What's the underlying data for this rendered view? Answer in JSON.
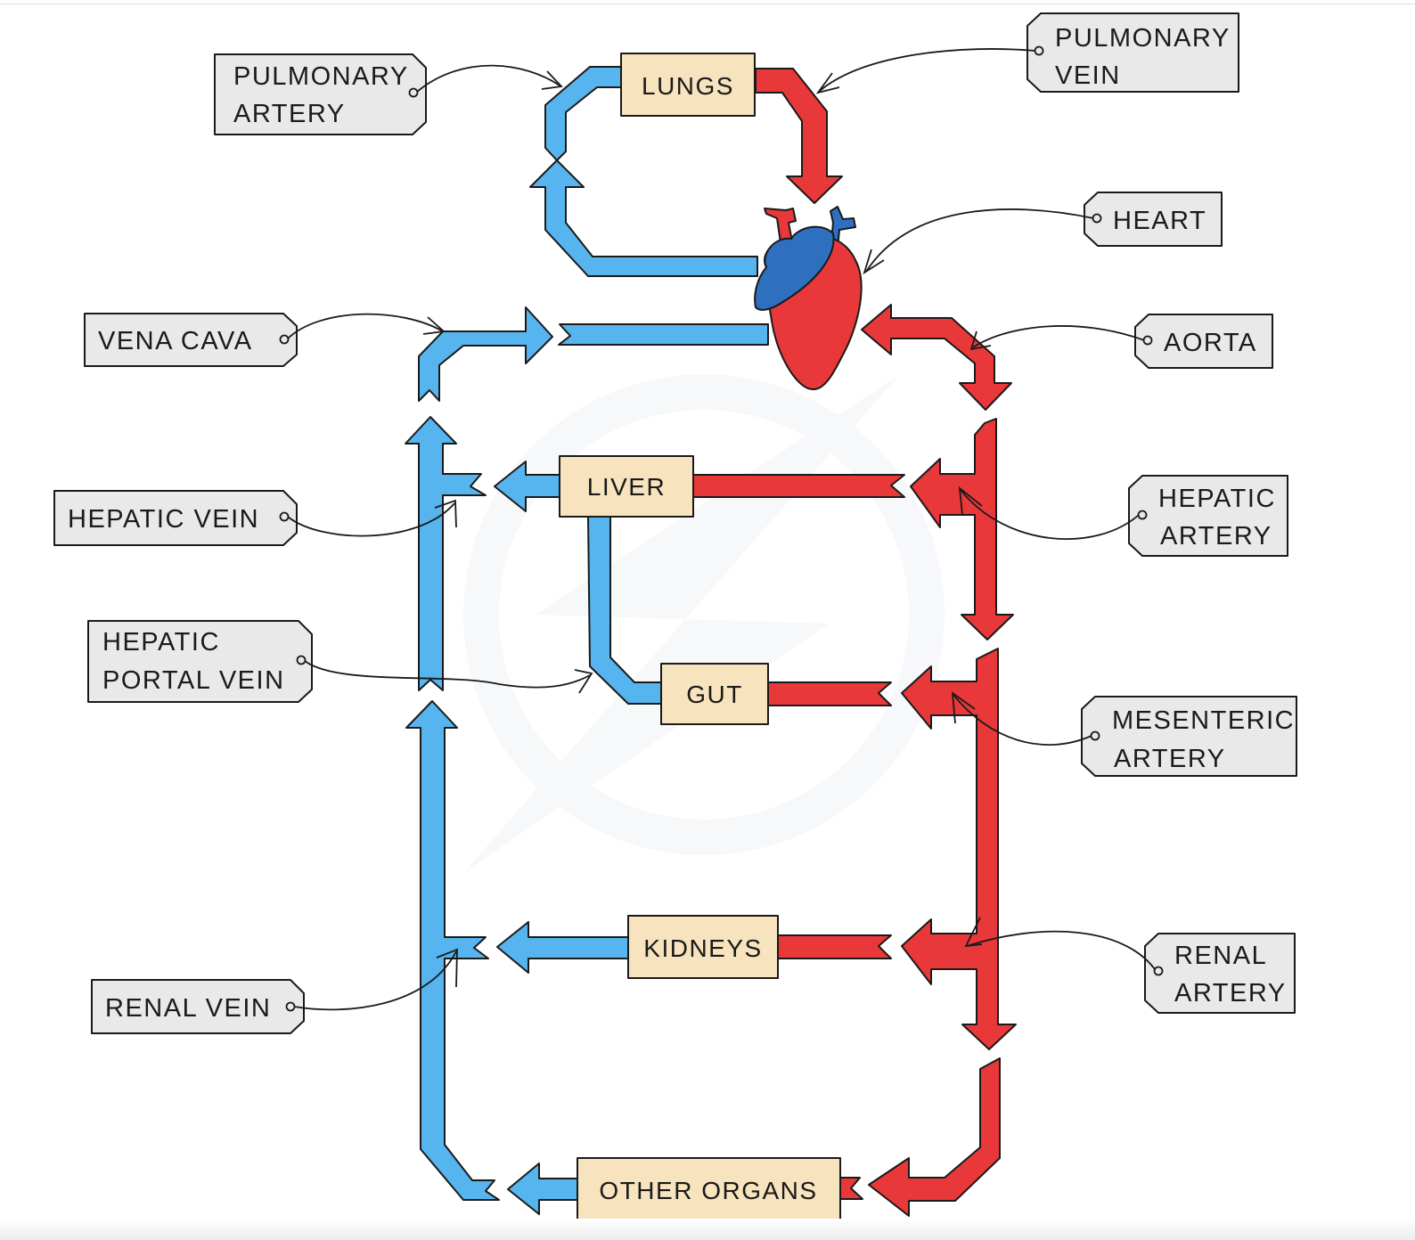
{
  "colors": {
    "deoxygenated_vessel": "#56b4ee",
    "oxygenated_vessel": "#e8383a",
    "heart_right_side": "#2f6fbf",
    "organ_box_fill": "#f7e3bd",
    "tag_fill": "#e9e9e9",
    "outline": "#1a1a1a"
  },
  "organs": {
    "lungs": "LUNGS",
    "liver": "LIVER",
    "gut": "GUT",
    "kidneys": "KIDNEYS",
    "other_organs": "OTHER  ORGANS"
  },
  "labels": {
    "pulmonary_artery": [
      "PULMONARY",
      "ARTERY"
    ],
    "pulmonary_vein": [
      "PULMONARY",
      "VEIN"
    ],
    "heart": [
      "HEART"
    ],
    "vena_cava": [
      "VENA  CAVA"
    ],
    "aorta": [
      "AORTA"
    ],
    "hepatic_vein": [
      "HEPATIC  VEIN"
    ],
    "hepatic_artery": [
      "HEPATIC",
      "ARTERY"
    ],
    "hepatic_portal_vein": [
      "HEPATIC",
      "PORTAL  VEIN"
    ],
    "mesenteric_artery": [
      "MESENTERIC",
      "ARTERY"
    ],
    "renal_vein": [
      "RENAL  VEIN"
    ],
    "renal_artery": [
      "RENAL",
      "ARTERY"
    ]
  }
}
